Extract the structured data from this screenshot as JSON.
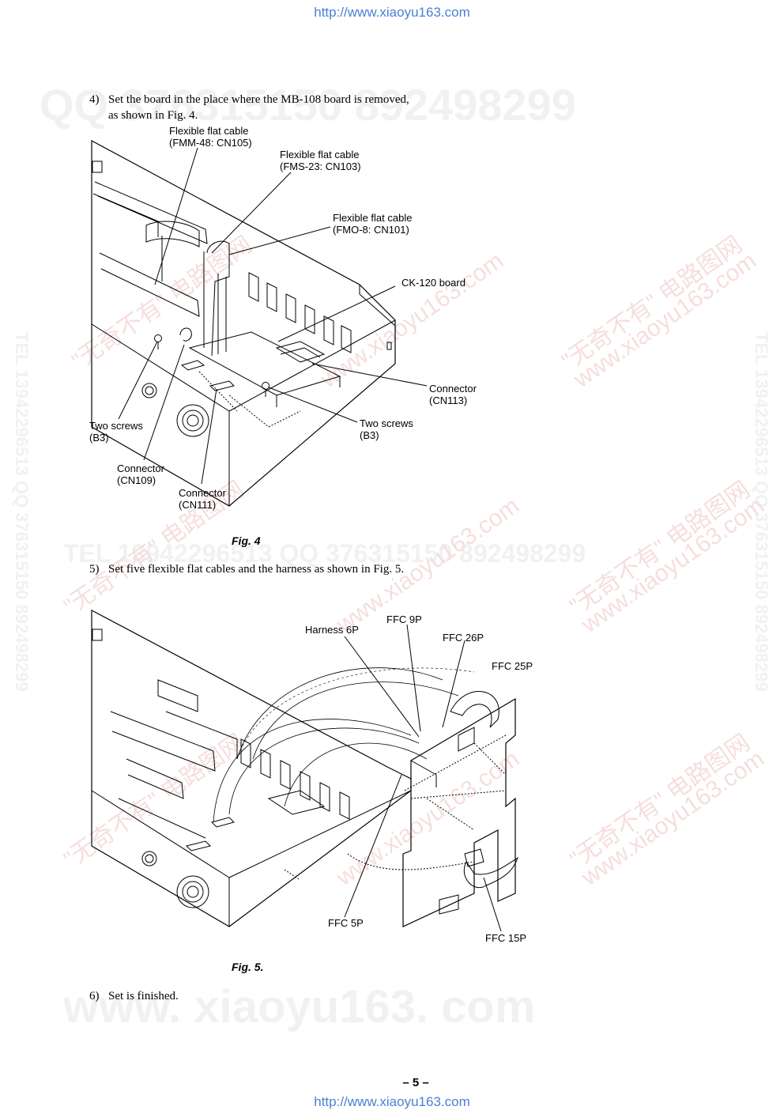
{
  "header_url": "http://www.xiaoyu163.com",
  "footer_url": "http://www.xiaoyu163.com",
  "watermarks": {
    "top": "QQ 376315150   892498299",
    "middle": "TEL 13942296513   QQ 376315150   892498299",
    "bottom": "www. xiaoyu163. com",
    "side": "TEL 13942296513   QQ 376315150   892498299",
    "diag_cn": "\"无奇不有\" 电路图网",
    "diag_url": "www.xiaoyu163.com"
  },
  "step4": {
    "num": "4)",
    "line1": "Set the board in the place where the MB-108 board is removed,",
    "line2": "as shown in Fig. 4."
  },
  "fig4": {
    "caption": "Fig. 4",
    "labels": {
      "fmm_1": "Flexible flat cable",
      "fmm_2": "(FMM-48: CN105)",
      "fms_1": "Flexible flat cable",
      "fms_2": "(FMS-23: CN103)",
      "fmo_1": "Flexible flat cable",
      "fmo_2": "(FMO-8: CN101)",
      "ck120": "CK-120 board",
      "cn113_1": "Connector",
      "cn113_2": "(CN113)",
      "screws_r_1": "Two screws",
      "screws_r_2": "(B3)",
      "screws_l_1": "Two screws",
      "screws_l_2": "(B3)",
      "cn109_1": "Connector",
      "cn109_2": "(CN109)",
      "cn111_1": "Connector",
      "cn111_2": "(CN111)"
    }
  },
  "step5": {
    "num": "5)",
    "line1": "Set five flexible flat cables and the harness as shown in Fig. 5."
  },
  "fig5": {
    "caption": "Fig. 5.",
    "labels": {
      "harness6p": "Harness 6P",
      "ffc9p": "FFC 9P",
      "ffc26p": "FFC 26P",
      "ffc25p": "FFC 25P",
      "ffc5p": "FFC 5P",
      "ffc15p": "FFC 15P"
    }
  },
  "step6": {
    "num": "6)",
    "line1": "Set is finished."
  },
  "page_number": "– 5 –"
}
